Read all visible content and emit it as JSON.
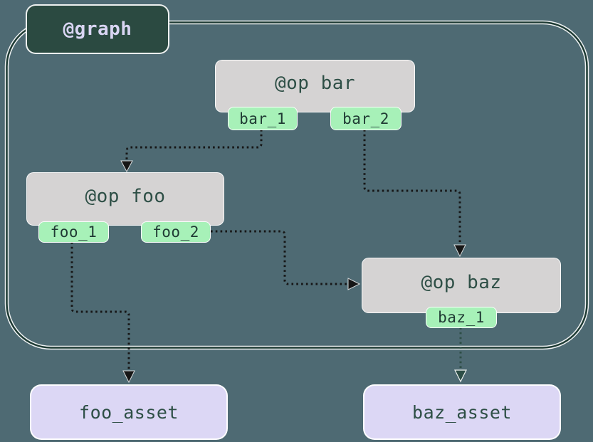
{
  "diagram": {
    "graph_label": "@graph",
    "ops": [
      {
        "id": "bar",
        "label": "@op bar",
        "outputs": [
          "bar_1",
          "bar_2"
        ]
      },
      {
        "id": "foo",
        "label": "@op foo",
        "outputs": [
          "foo_1",
          "foo_2"
        ]
      },
      {
        "id": "baz",
        "label": "@op baz",
        "outputs": [
          "baz_1"
        ]
      }
    ],
    "assets": [
      {
        "label": "foo_asset"
      },
      {
        "label": "baz_asset"
      }
    ],
    "edges": [
      {
        "from": "bar.bar_1",
        "to": "foo"
      },
      {
        "from": "bar.bar_2",
        "to": "baz"
      },
      {
        "from": "foo.foo_2",
        "to": "baz"
      },
      {
        "from": "foo.foo_1",
        "to": "foo_asset"
      },
      {
        "from": "baz.baz_1",
        "to": "baz_asset"
      }
    ],
    "colors": {
      "background": "#4e6a73",
      "container_border": "#1d3a33",
      "graph_label_bg": "#2b4a41",
      "graph_label_text": "#d9d5f3",
      "op_bg": "#d5d3d3",
      "op_text": "#2e4f46",
      "output_tab_bg": "#a7f1b8",
      "output_tab_text": "#1f3a33",
      "asset_bg": "#dcd7f5",
      "edge_dark": "#161616",
      "edge_green": "#2d4e46",
      "highlight": "#ffffff"
    }
  }
}
